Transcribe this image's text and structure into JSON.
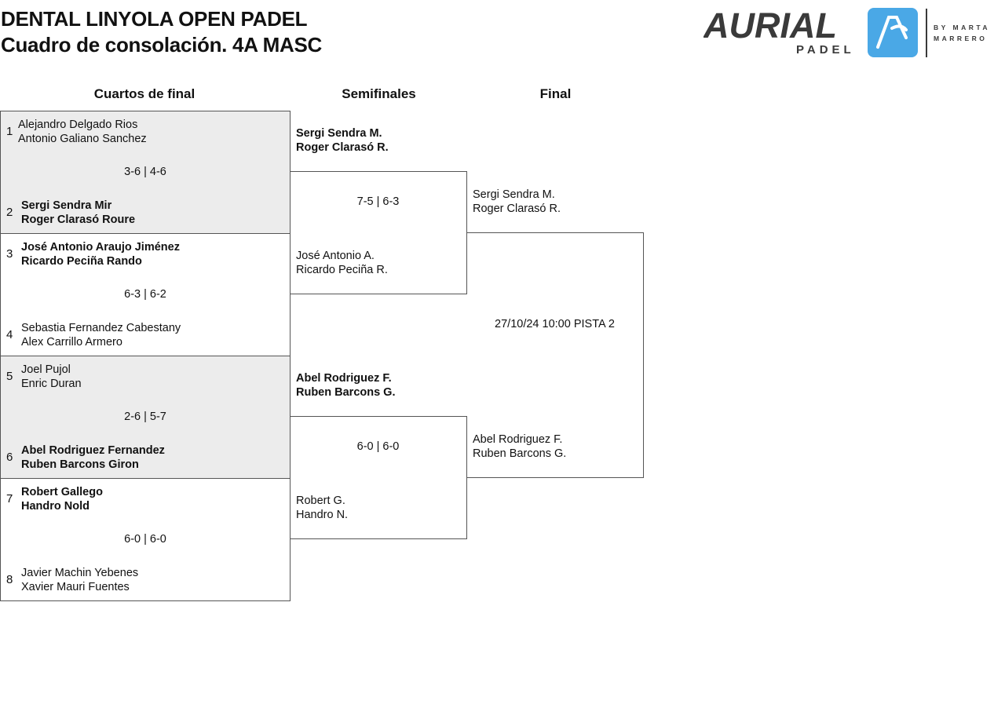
{
  "header": {
    "title_line1": "DENTAL LINYOLA OPEN PADEL",
    "title_line2": "Cuadro de consolación. 4A MASC",
    "logo_text_main": "AURIAL",
    "logo_text_sub": "PADEL",
    "logo_text_by": "BY MARTA MARRERO",
    "logo_color": "#4aa8e6"
  },
  "rounds": {
    "qf": "Cuartos de final",
    "sf": "Semifinales",
    "final": "Final"
  },
  "quarterfinals": [
    {
      "score": "3-6 | 4-6",
      "top": {
        "seed": "1",
        "p1": "Alejandro Delgado Rios",
        "p2": "Antonio Galiano Sanchez"
      },
      "bottom": {
        "seed": "2",
        "p1": "Sergi Sendra Mir",
        "p2": "Roger Clarasó Roure"
      }
    },
    {
      "score": "6-3 | 6-2",
      "top": {
        "seed": "3",
        "p1": "José Antonio Araujo Jiménez",
        "p2": "Ricardo Peciña Rando"
      },
      "bottom": {
        "seed": "4",
        "p1": "Sebastia Fernandez Cabestany",
        "p2": "Alex Carrillo Armero"
      }
    },
    {
      "score": "2-6 | 5-7",
      "top": {
        "seed": "5",
        "p1": "Joel Pujol",
        "p2": "Enric Duran"
      },
      "bottom": {
        "seed": "6",
        "p1": "Abel Rodriguez Fernandez",
        "p2": "Ruben Barcons Giron"
      }
    },
    {
      "score": "6-0 | 6-0",
      "top": {
        "seed": "7",
        "p1": "Robert Gallego",
        "p2": "Handro Nold"
      },
      "bottom": {
        "seed": "8",
        "p1": "Javier Machin Yebenes",
        "p2": "Xavier Mauri Fuentes"
      }
    }
  ],
  "semifinals": [
    {
      "score": "7-5 | 6-3",
      "top": {
        "p1": "Sergi Sendra M.",
        "p2": "Roger Clarasó R."
      },
      "bottom": {
        "p1": "José Antonio A.",
        "p2": "Ricardo Peciña R."
      }
    },
    {
      "score": "6-0 | 6-0",
      "top": {
        "p1": "Abel Rodriguez F.",
        "p2": "Ruben Barcons G."
      },
      "bottom": {
        "p1": "Robert G.",
        "p2": "Handro N."
      }
    }
  ],
  "final": {
    "info": "27/10/24 10:00 PISTA 2",
    "top": {
      "p1": "Sergi Sendra M.",
      "p2": "Roger Clarasó R."
    },
    "bottom": {
      "p1": "Abel Rodriguez F.",
      "p2": "Ruben Barcons G."
    }
  }
}
